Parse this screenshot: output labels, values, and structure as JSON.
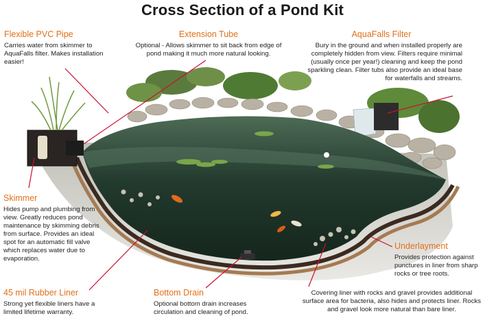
{
  "title": "Cross Section of a Pond Kit",
  "callouts": {
    "pvc": {
      "title": "Flexible PVC Pipe",
      "body": "Carries water from skimmer to AquaFalls filter. Makes installation easier!"
    },
    "extension": {
      "title": "Extension Tube",
      "body": "Optional - Allows skimmer to sit back from edge of pond making it much more natural looking."
    },
    "aquafalls": {
      "title": "AquaFalls Filter",
      "body": "Bury in the ground and when installed properly are completely hidden from view. Filters require minimal (usually once per year!) cleaning and keep the pond sparkling clean. Filter tubs also provide an ideal base for waterfalls and streams."
    },
    "skimmer": {
      "title": "Skimmer",
      "body": "Hides pump and plumbing from view. Greatly reduces pond maintenance by skimming debris from surface. Provides an ideal spot for an automatic fill valve which replaces water due to evaporation."
    },
    "underlayment": {
      "title": "Underlayment",
      "body": "Provides protection against punctures in liner from sharp rocks or tree roots."
    },
    "liner": {
      "title": "45 mil Rubber Liner",
      "body": "Strong yet flexible liners have a limited lifetime warranty."
    },
    "drain": {
      "title": "Bottom Drain",
      "body": "Optional bottom drain increases circulation and cleaning of pond."
    },
    "rocks": {
      "body": "Covering liner with rocks and gravel provides additional surface area for bacteria, also hides and protects liner. Rocks and gravel look more natural than bare liner."
    }
  },
  "colors": {
    "accent": "#e0701a",
    "leader": "#c8102e",
    "water": "#1f3d2f"
  }
}
